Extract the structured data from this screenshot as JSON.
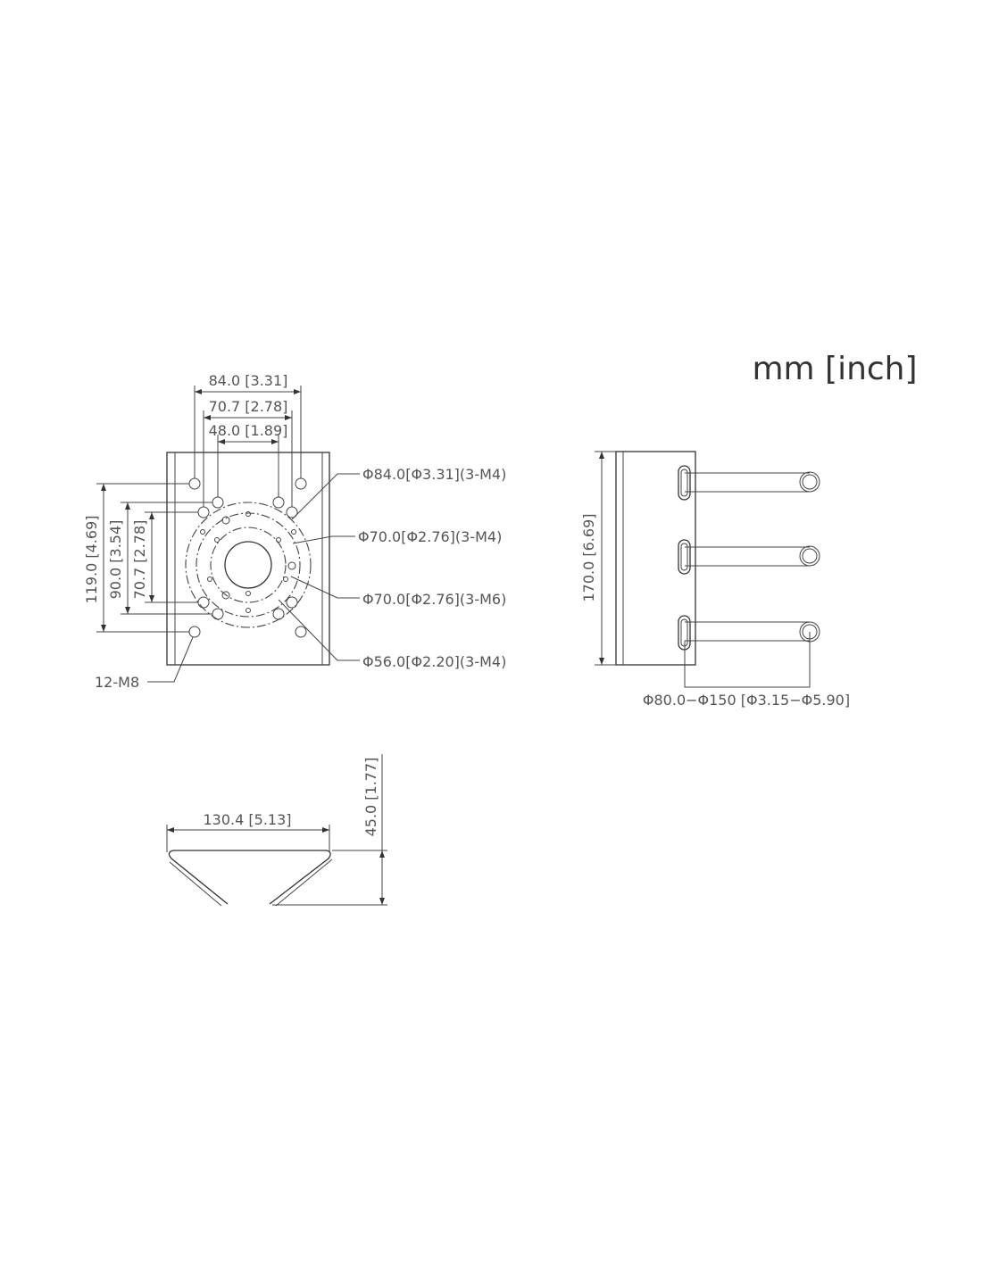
{
  "units_label": "mm [inch]",
  "front_view": {
    "dim_width_outer": "84.0 [3.31]",
    "dim_width_mid": "70.7 [2.78]",
    "dim_width_inner": "48.0 [1.89]",
    "dim_height_outer": "119.0 [4.69]",
    "dim_height_mid": "90.0 [3.54]",
    "dim_height_inner": "70.7 [2.78]",
    "hole_callout": "12-M8",
    "callouts": [
      "Φ84.0[Φ3.31](3-M4)",
      "Φ70.0[Φ2.76](3-M4)",
      "Φ70.0[Φ2.76](3-M6)",
      "Φ56.0[Φ2.20](3-M4)"
    ]
  },
  "side_view": {
    "dim_height": "170.0 [6.69]",
    "dim_pole_range": "Φ80.0−Φ150 [Φ3.15−Φ5.90]"
  },
  "bottom_view": {
    "dim_width": "130.4 [5.13]",
    "dim_depth": "45.0 [1.77]"
  }
}
